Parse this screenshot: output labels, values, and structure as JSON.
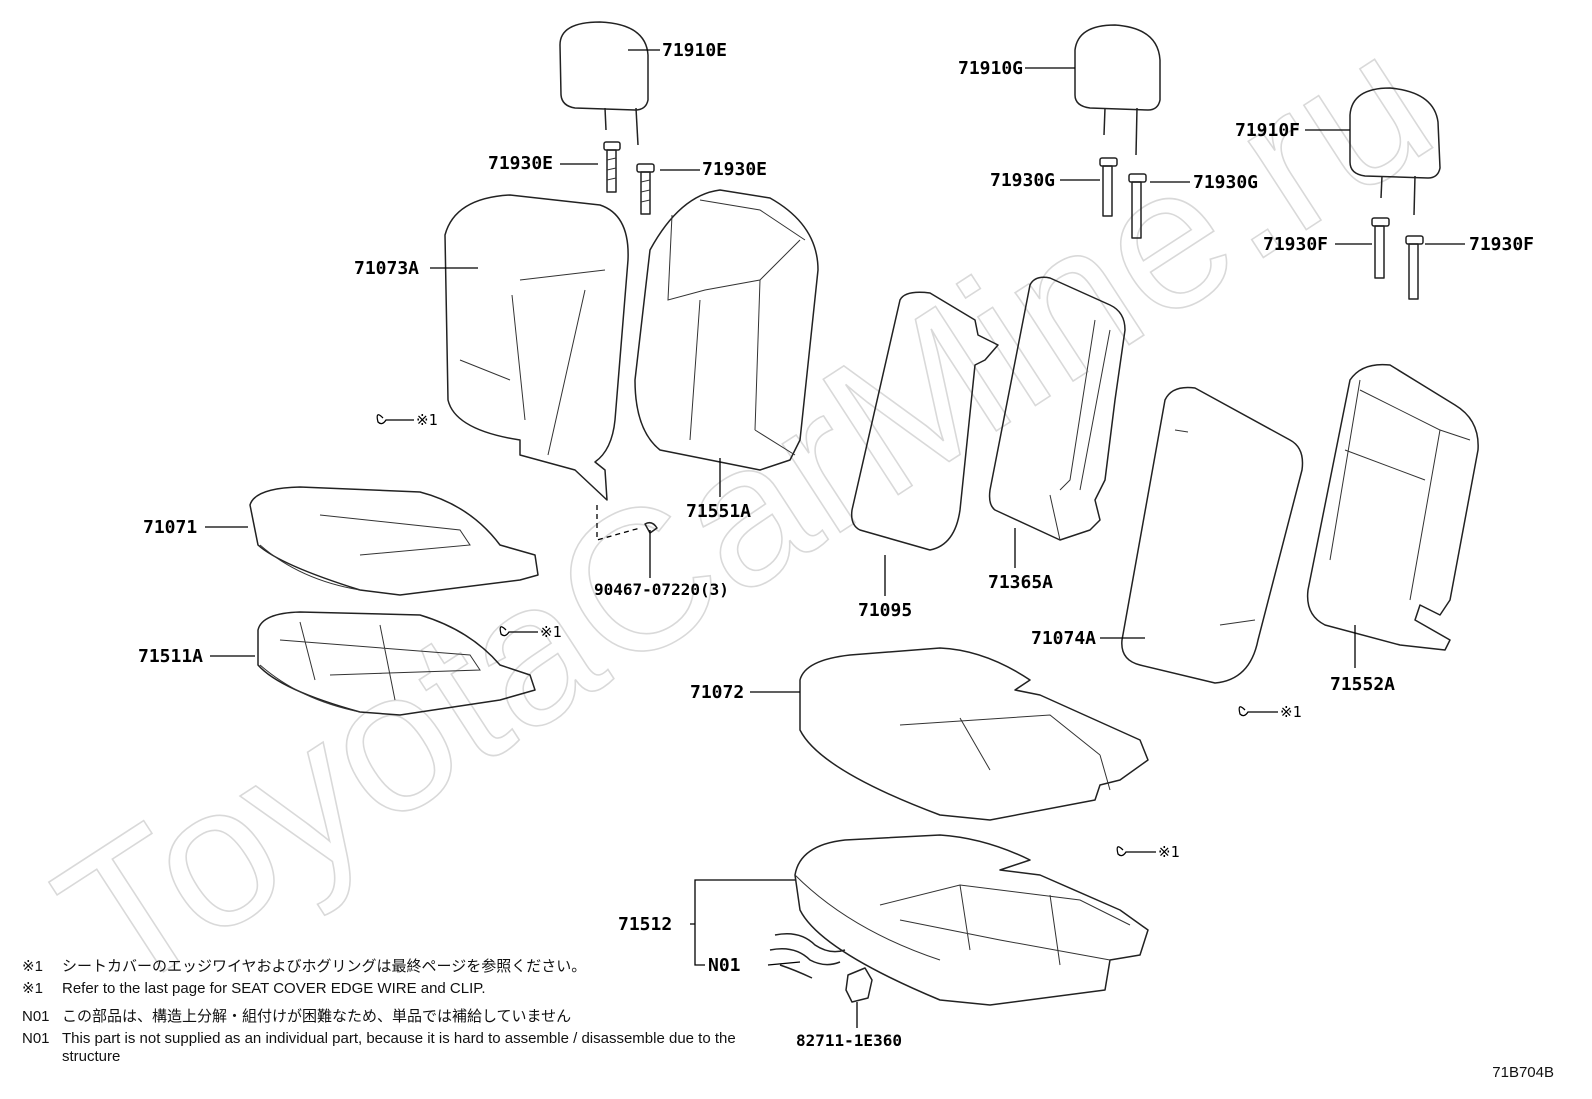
{
  "watermark": "ToyotaCarMine.ru",
  "part_labels": {
    "headrest_left": "71910E",
    "headrest_center": "71910G",
    "headrest_right": "71910F",
    "guide_left_a": "71930E",
    "guide_left_b": "71930E",
    "guide_center_a": "71930G",
    "guide_center_b": "71930G",
    "guide_right_a": "71930F",
    "guide_right_b": "71930F",
    "back_pad_left": "71073A",
    "back_cover_left": "71551A",
    "cushion_pad_left": "71071",
    "cushion_cover_left": "71511A",
    "bolt": "90467-07220(3)",
    "back_board": "71095",
    "armrest_cover": "71365A",
    "back_pad_right": "71074A",
    "back_cover_right": "71552A",
    "cushion_pad_rear": "71072",
    "cushion_cover_rear": "71512",
    "harness": "N01",
    "connector": "82711-1E360"
  },
  "edge_wire_marks": [
    "※1",
    "※1",
    "※1",
    "※1"
  ],
  "notes": [
    {
      "key": "※1",
      "text": "シートカバーのエッジワイヤおよびホグリングは最終ページを参照ください。"
    },
    {
      "key": "※1",
      "text": "Refer to the last page for SEAT COVER EDGE WIRE and CLIP."
    },
    {
      "key": "N01",
      "text": "この部品は、構造上分解・組付けが困難なため、単品では補給していません"
    },
    {
      "key": "N01",
      "text": "This part is not supplied as an individual part, because it is hard to assemble / disassemble due to the structure"
    }
  ],
  "diagram_code": "71B704B"
}
